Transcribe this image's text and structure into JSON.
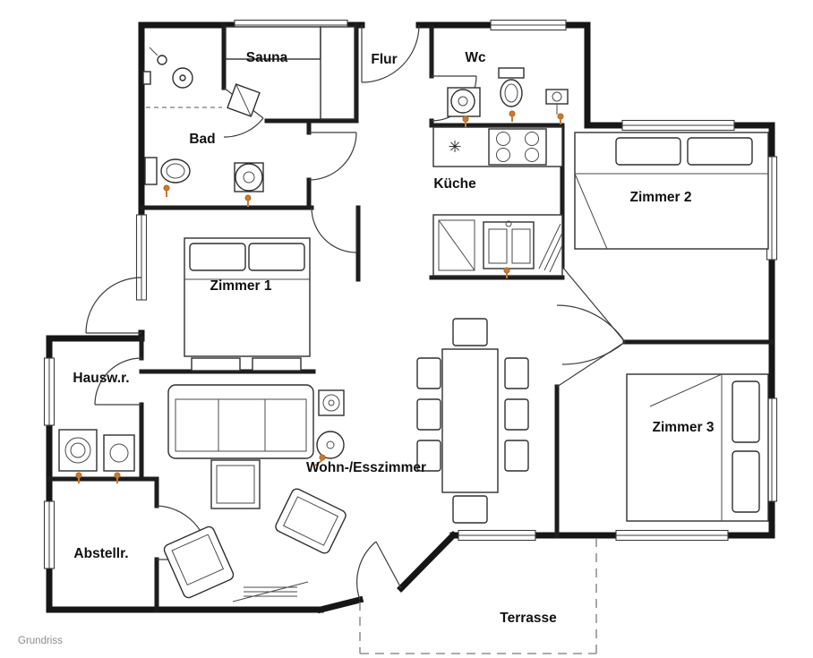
{
  "meta": {
    "caption": "Grundriss"
  },
  "colors": {
    "wall": "#161616",
    "furniture_line": "#2f2f2f",
    "plumbing_accent": "#c87a2e",
    "background": "#ffffff",
    "caption_text": "#8c8c8c"
  },
  "rooms": {
    "sauna": "Sauna",
    "flur": "Flur",
    "wc": "Wc",
    "bad": "Bad",
    "kueche": "Küche",
    "zimmer1": "Zimmer 1",
    "zimmer2": "Zimmer 2",
    "zimmer3": "Zimmer 3",
    "hauswirtschaftsraum": "Hausw.r.",
    "abstellraum": "Abstellr.",
    "wohnesszimmer": "Wohn-/Esszimmer",
    "terrasse": "Terrasse"
  },
  "symbols": {
    "kitchen_star": "✳"
  }
}
